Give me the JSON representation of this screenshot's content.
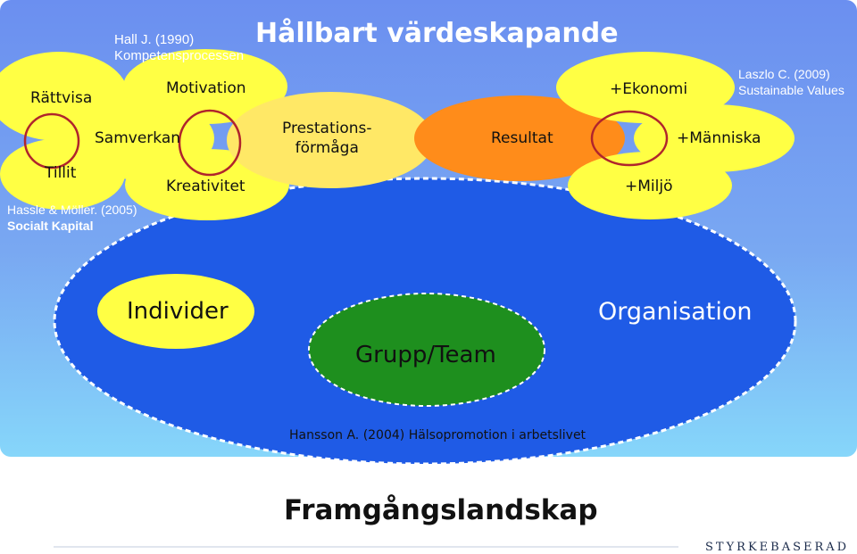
{
  "title": "Hållbart värdeskapande",
  "citations": {
    "hall": {
      "line1": "Hall J. (1990)",
      "line2": "Kompetensprocessen"
    },
    "laszlo": {
      "line1": "Laszlo C. (2009)",
      "line2": "Sustainable Values"
    },
    "hassle": {
      "line1": "Hassle & Möller. (2005)",
      "line2": "Socialt Kapital"
    },
    "hansson": "Hansson A. (2004) Hälsopromotion i arbetslivet"
  },
  "left_concepts": [
    "Rättvisa",
    "Tillit",
    "Samverkan"
  ],
  "drivers": [
    "Motivation",
    "Kreativitet"
  ],
  "capacity": {
    "line1": "Prestations-",
    "line2": "förmåga"
  },
  "result": "Resultat",
  "outcomes": [
    "+Ekonomi",
    "+Människa",
    "+Miljö"
  ],
  "levels": {
    "individual": "Individer",
    "group": "Grupp/Team",
    "organisation": "Organisation"
  },
  "caption": "Framgångslandskap",
  "brand": "STYRKEBASERAD",
  "colors": {
    "yellow": "#ffff44",
    "light_yellow": "#ffe866",
    "orange": "#ff8c1a",
    "blue": "#1f5be6",
    "green": "#1e8f1e",
    "circle_red": "#b0242c"
  }
}
